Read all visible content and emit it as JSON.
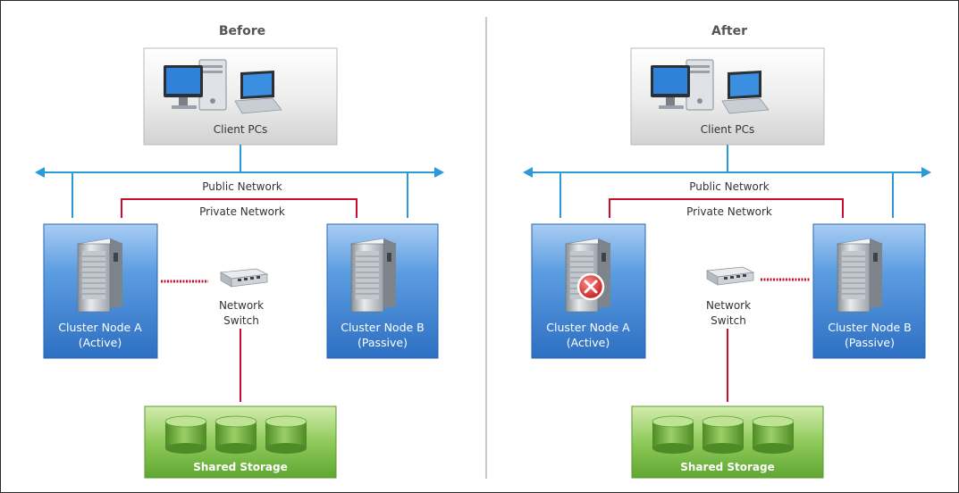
{
  "panels": [
    {
      "title": "Before",
      "client": "Client PCs",
      "public_network": "Public Network",
      "private_network": "Private Network",
      "node_a": {
        "line1": "Cluster Node A",
        "line2": "(Active)",
        "failed": false
      },
      "node_b": {
        "line1": "Cluster Node B",
        "line2": "(Passive)"
      },
      "switch": {
        "line1": "Network",
        "line2": "Switch"
      },
      "storage": "Shared Storage",
      "heartbeat_to": "node_a"
    },
    {
      "title": "After",
      "client": "Client PCs",
      "public_network": "Public Network",
      "private_network": "Private Network",
      "node_a": {
        "line1": "Cluster Node A",
        "line2": "(Active)",
        "failed": true
      },
      "node_b": {
        "line1": "Cluster Node B",
        "line2": "(Passive)"
      },
      "switch": {
        "line1": "Network",
        "line2": "Switch"
      },
      "storage": "Shared Storage",
      "heartbeat_to": "node_b"
    }
  ],
  "icons": {
    "client_pcs": [
      "desktop-computer-icon",
      "laptop-icon"
    ],
    "node": "server-tower-icon",
    "switch": "network-switch-icon",
    "storage": "disk-cylinder-icon",
    "failure": "error-x-icon"
  },
  "colors": {
    "public_network": "#2a9ad8",
    "private_network": "#c8102e",
    "node_fill": "#3f87d6",
    "storage_fill": "#6cb33f",
    "failure": "#d23232"
  }
}
